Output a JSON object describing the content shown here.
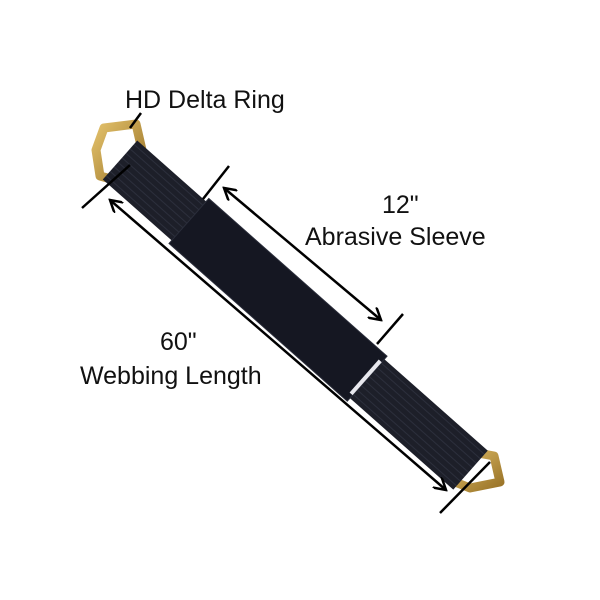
{
  "labels": {
    "ring": "HD Delta Ring",
    "sleeve_length": "12\"",
    "sleeve_name": "Abrasive Sleeve",
    "webbing_length": "60\"",
    "webbing_name": "Webbing Length"
  },
  "colors": {
    "webbing": "#1b1d26",
    "sleeve": "#141621",
    "ring": "#c9a24a",
    "annotation": "#000000"
  }
}
